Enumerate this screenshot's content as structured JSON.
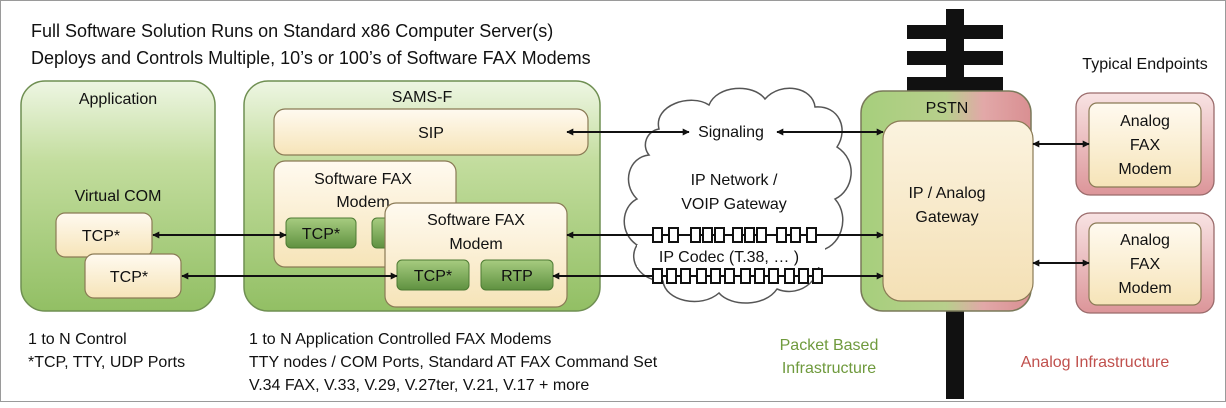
{
  "header": {
    "line1": "Full Software Solution Runs on Standard x86 Computer Server(s)",
    "line2": "Deploys and Controls Multiple, 10’s or 100’s of Software FAX Modems"
  },
  "application": {
    "title": "Application",
    "virtual_com": "Virtual COM",
    "tcp_a": "TCP*",
    "tcp_b": "TCP*"
  },
  "sams": {
    "title": "SAMS-F",
    "sip": "SIP",
    "modem_back_line1": "Software FAX",
    "modem_back_line2": "Modem",
    "modem_back_tcp": "TCP*",
    "modem_front_line1": "Software FAX",
    "modem_front_line2": "Modem",
    "modem_front_tcp": "TCP*",
    "modem_front_rtp": "RTP"
  },
  "cloud": {
    "signaling": "Signaling",
    "line1": "IP Network /",
    "line2": "VOIP Gateway",
    "codec": "IP Codec (T.38, … )"
  },
  "pstn": {
    "title": "PSTN",
    "gateway_line1": "IP / Analog",
    "gateway_line2": "Gateway"
  },
  "endpoints": {
    "title": "Typical Endpoints",
    "ep1": [
      "Analog",
      "FAX",
      "Modem"
    ],
    "ep2": [
      "Analog",
      "FAX",
      "Modem"
    ]
  },
  "footer": {
    "control1": "1 to N Control",
    "control2": "*TCP, TTY, UDP Ports",
    "modems1": "1 to N Application Controlled FAX Modems",
    "modems2": "TTY nodes / COM Ports, Standard AT FAX Command Set",
    "modems3": "V.34 FAX, V.33, V.29, V.27ter, V.21, V.17 + more",
    "packet1": "Packet Based",
    "packet2": "Infrastructure",
    "analog": "Analog Infrastructure"
  },
  "colors": {
    "green_panel": "#b5d38d",
    "green_button": "#7aaa55",
    "cream": "#fbeecb",
    "pink_panel": "#e7a9ad",
    "packet_text": "#6f9a3d",
    "analog_text": "#c0504d"
  }
}
